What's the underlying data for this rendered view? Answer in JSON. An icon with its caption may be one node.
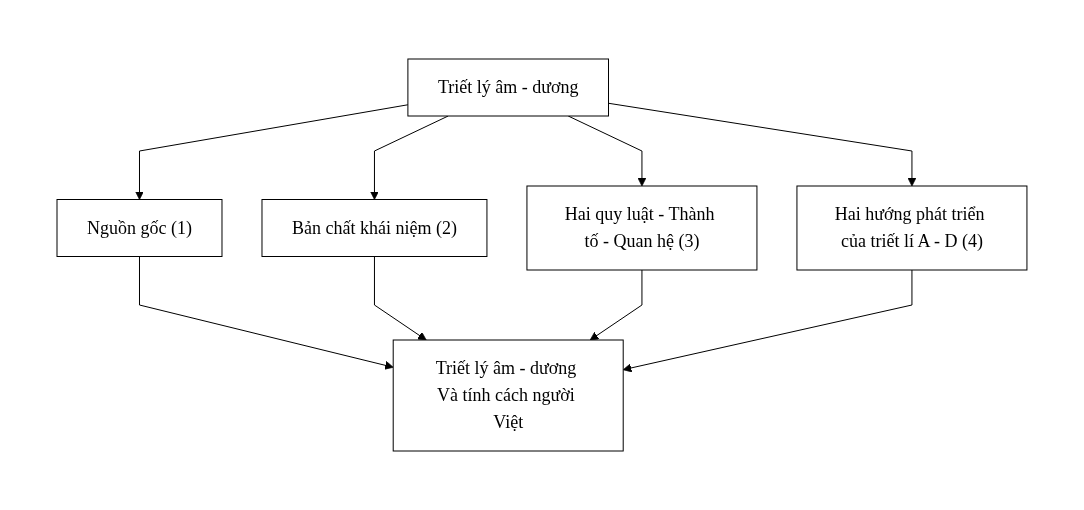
{
  "diagram": {
    "nodes": [
      {
        "text": [
          "Triết lý âm - dương"
        ]
      },
      {
        "text": [
          "Nguồn gốc (1)"
        ]
      },
      {
        "text": [
          "Bản chất khái niệm (2)"
        ]
      },
      {
        "text": [
          "Hai quy luật - Thành tố - Quan hệ (3)"
        ]
      },
      {
        "text": [
          "Hai hướng phát triển của triết lí A - D (4)"
        ]
      },
      {
        "text": [
          "Triết lý âm - dương Và tính cách người Việt"
        ]
      }
    ],
    "edges": [
      {
        "from": 0,
        "to": 1,
        "arrow": "to"
      },
      {
        "from": 0,
        "to": 2,
        "arrow": "to"
      },
      {
        "from": 0,
        "to": 3,
        "arrow": "to"
      },
      {
        "from": 0,
        "to": 4,
        "arrow": "to"
      },
      {
        "from": 1,
        "to": 5,
        "arrow": "to"
      },
      {
        "from": 2,
        "to": 5,
        "arrow": "to"
      },
      {
        "from": 3,
        "to": 5,
        "arrow": "to"
      },
      {
        "from": 4,
        "to": 5,
        "arrow": "to"
      }
    ]
  }
}
